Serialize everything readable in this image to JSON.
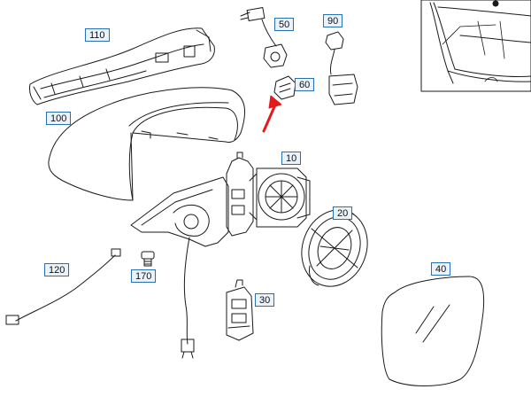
{
  "parts": [
    {
      "id": "label-110",
      "text": "110"
    },
    {
      "id": "label-100",
      "text": "100"
    },
    {
      "id": "label-50",
      "text": "50"
    },
    {
      "id": "label-90",
      "text": "90"
    },
    {
      "id": "label-60",
      "text": "60"
    },
    {
      "id": "label-10",
      "text": "10"
    },
    {
      "id": "label-20",
      "text": "20"
    },
    {
      "id": "label-120",
      "text": "120"
    },
    {
      "id": "label-170",
      "text": "170"
    },
    {
      "id": "label-30",
      "text": "30"
    },
    {
      "id": "label-40",
      "text": "40"
    }
  ],
  "colors": {
    "line": "#1a1a1a",
    "label_border": "#2a6fb0",
    "label_fill": "#eaf2fb",
    "pointer_arrow": "#e31b1b"
  },
  "icons": [
    "car-location-inset",
    "red-pointer-arrow"
  ]
}
